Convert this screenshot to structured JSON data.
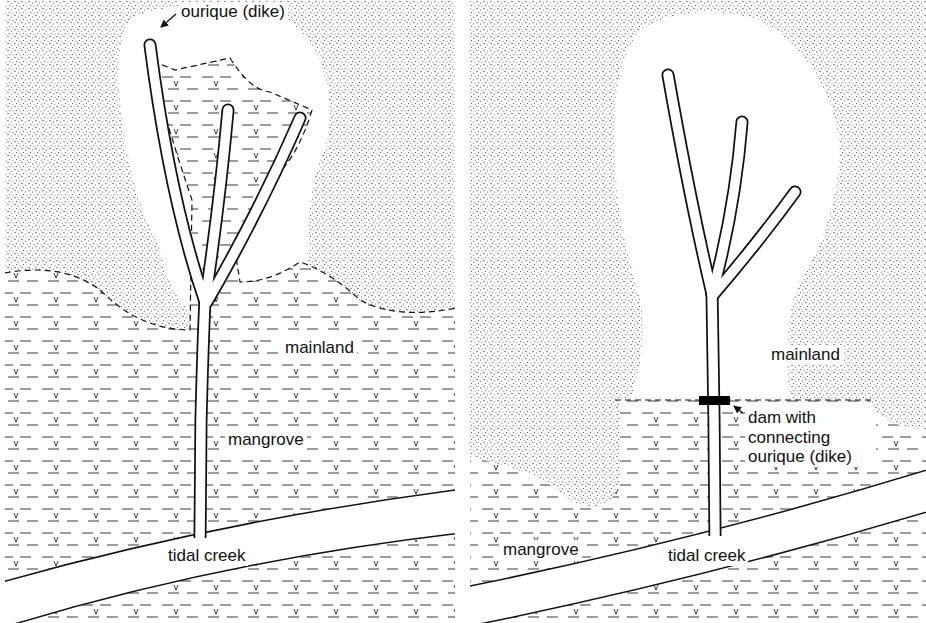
{
  "diagram": {
    "labels": [
      "ourique (dike)",
      "mainland",
      "mangrove",
      "tidal creek",
      "mainland",
      "dam with connecting ourique (dike)",
      "mangrove",
      "tidal creek"
    ]
  }
}
